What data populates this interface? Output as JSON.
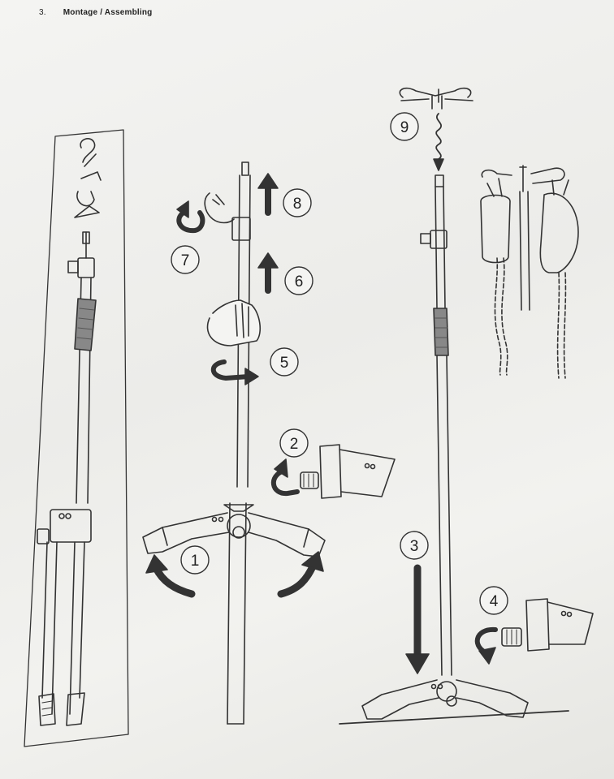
{
  "header": {
    "section_number": "3.",
    "title": "Montage / Assembling"
  },
  "steps": [
    {
      "label": "1"
    },
    {
      "label": "2"
    },
    {
      "label": "3"
    },
    {
      "label": "4"
    },
    {
      "label": "5"
    },
    {
      "label": "6"
    },
    {
      "label": "7"
    },
    {
      "label": "8"
    },
    {
      "label": "9"
    }
  ],
  "colors": {
    "ink": "#222222",
    "paper": "#f1f1ee"
  }
}
